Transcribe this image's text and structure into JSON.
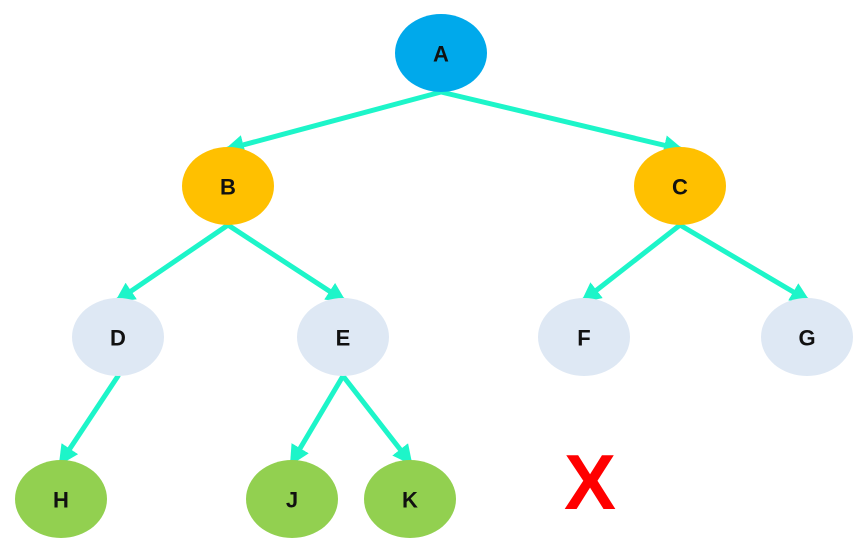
{
  "colors": {
    "edge": "#1DF5C9",
    "root": "#00A9EB",
    "level1": "#FFC000",
    "level2": "#DEE8F4",
    "leaf": "#92D050",
    "label": "#111111",
    "mark": "#FF0000"
  },
  "nodes": [
    {
      "id": "A",
      "label": "A",
      "level": "root"
    },
    {
      "id": "B",
      "label": "B",
      "level": "level1"
    },
    {
      "id": "C",
      "label": "C",
      "level": "level1"
    },
    {
      "id": "D",
      "label": "D",
      "level": "level2"
    },
    {
      "id": "E",
      "label": "E",
      "level": "level2"
    },
    {
      "id": "F",
      "label": "F",
      "level": "level2"
    },
    {
      "id": "G",
      "label": "G",
      "level": "level2"
    },
    {
      "id": "H",
      "label": "H",
      "level": "leaf"
    },
    {
      "id": "J",
      "label": "J",
      "level": "leaf"
    },
    {
      "id": "K",
      "label": "K",
      "level": "leaf"
    }
  ],
  "edges": [
    {
      "from": "A",
      "to": "B"
    },
    {
      "from": "A",
      "to": "C"
    },
    {
      "from": "B",
      "to": "D"
    },
    {
      "from": "B",
      "to": "E"
    },
    {
      "from": "C",
      "to": "F"
    },
    {
      "from": "C",
      "to": "G"
    },
    {
      "from": "D",
      "to": "H"
    },
    {
      "from": "E",
      "to": "J"
    },
    {
      "from": "E",
      "to": "K"
    }
  ],
  "mark": {
    "label": "X"
  }
}
